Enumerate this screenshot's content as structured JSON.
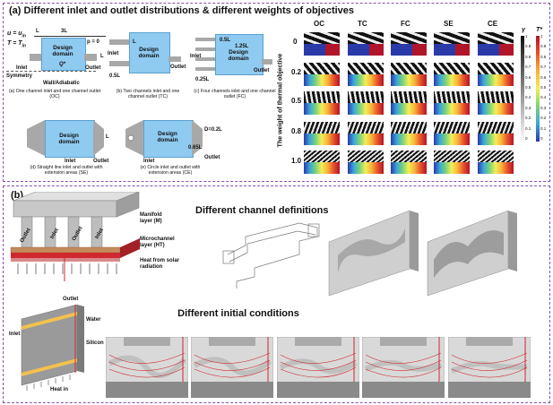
{
  "panel_a": {
    "title": "(a)  Different inlet and outlet distributions & different weights of objectives",
    "bc_u": "u = u",
    "bc_u_sub": "in",
    "bc_t": "T = T",
    "bc_t_sub": "in",
    "dim_L": "L",
    "dim_3L": "3L",
    "p0": "p = 0",
    "design_domain": "Design domain",
    "q_star": "Q*",
    "inlet": "Inlet",
    "outlet": "Outlet",
    "symmetry": "Symmetry",
    "wall": "Wall/Adiabatic",
    "dim_05L": "0.5L",
    "dim_125L": "1.25L",
    "dim_025L": "0.25L",
    "dim_065L": "0.65L",
    "dim_D": "D=0.2L",
    "captions": [
      "(a) One channel inlet and one channel outlet (OC)",
      "(b) Two channels inlet and one channel outlet (TC)",
      "(c) Four channels inlet and one channel outlet (FC)",
      "(d) Straight line inlet and outlet with extension areas (SE)",
      "(e) Circle inlet and outlet with extension areas (CE)"
    ],
    "columns": [
      "OC",
      "TC",
      "FC",
      "SE",
      "CE"
    ],
    "rows": [
      "0",
      "0.2",
      "0.5",
      "0.8",
      "1.0"
    ],
    "row_axis": "The weight of thermal objective",
    "cb1_label": "γ",
    "cb2_label": "T*",
    "cb1_ticks": [
      "1",
      "0.9",
      "0.8",
      "0.7",
      "0.6",
      "0.5",
      "0.4",
      "0.3",
      "0.2",
      "0.1",
      "0"
    ],
    "cb2_ticks": [
      "1",
      "0.9",
      "0.8",
      "0.7",
      "0.6",
      "0.5",
      "0.4",
      "0.3",
      "0.2",
      "0.1",
      "0"
    ]
  },
  "panel_b": {
    "title": "(b)",
    "manifold": "Manifold layer (M)",
    "microchannel": "Microchannel layer (HT)",
    "heat_solar": "Heat from solar radiation",
    "outlet": "Outlet",
    "inlet": "Inlet",
    "water": "Water",
    "silicon": "Silicon",
    "heat_in": "Heat in",
    "channel_defs": "Different channel definitions",
    "initial_conds": "Different initial conditions"
  },
  "colors": {
    "border": "#8a4fb0",
    "domain": "#8fcaf0",
    "red": "#d9262b",
    "grey": "#a8a8a8"
  }
}
